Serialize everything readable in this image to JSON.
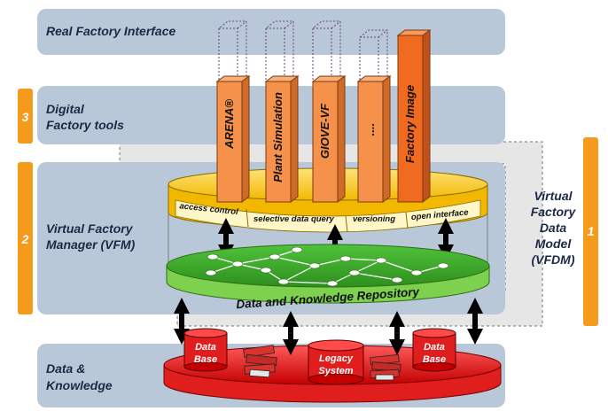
{
  "bands": {
    "top": "Real Factory Interface",
    "digital_line1": "Digital",
    "digital_line2": "Factory tools",
    "vfm_line1": "Virtual Factory",
    "vfm_line2": "Manager (VFM)",
    "data_line1": "Data &",
    "data_line2": "Knowledge"
  },
  "numbers": {
    "n3": "3",
    "n2": "2",
    "n1": "1"
  },
  "vfdm": [
    "Virtual",
    "Factory",
    "Data",
    "Model",
    "(VFDM)"
  ],
  "tools": [
    "ARENA®",
    "Plant Simulation",
    "GIOVE-VF",
    "....",
    "Factory Image"
  ],
  "functions": [
    "access control",
    "selective data query",
    "versioning",
    "open interface"
  ],
  "repository": "Data and Knowledge Repository",
  "sources": {
    "db1_line1": "Data",
    "db1_line2": "Base",
    "legacy_line1": "Legacy",
    "legacy_line2": "System",
    "db2_line1": "Data",
    "db2_line2": "Base"
  },
  "colors": {
    "band": "#b8c8d8",
    "orange": "#f59a1a",
    "tool": "#f5914a",
    "tool_last": "#f06a1f",
    "yellow": "#f7c600",
    "green": "#3eaa2a",
    "red": "#e01e1e"
  }
}
